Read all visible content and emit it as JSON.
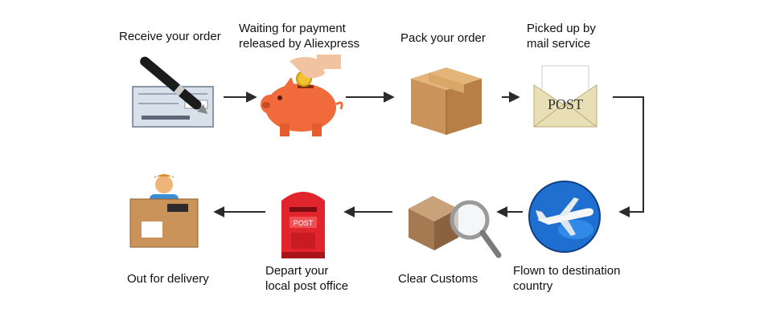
{
  "steps": [
    {
      "label_lines": [
        "Receive your order"
      ],
      "icon": "check-pen-icon"
    },
    {
      "label_lines": [
        "Waiting for payment",
        "released by Aliexpress"
      ],
      "icon": "piggy-bank-icon"
    },
    {
      "label_lines": [
        "Pack your order"
      ],
      "icon": "cardboard-box-icon"
    },
    {
      "label_lines": [
        "Picked up by",
        "mail service"
      ],
      "icon": "post-envelope-icon",
      "icon_text": "POST"
    },
    {
      "label_lines": [
        "Flown to destination",
        "country"
      ],
      "icon": "airplane-globe-icon"
    },
    {
      "label_lines": [
        "Clear Customs"
      ],
      "icon": "box-magnifier-icon"
    },
    {
      "label_lines": [
        "Depart your",
        "local post office"
      ],
      "icon": "mailbox-icon",
      "icon_text": "POST"
    },
    {
      "label_lines": [
        "Out for delivery"
      ],
      "icon": "delivery-man-icon"
    }
  ],
  "colors": {
    "arrow": "#2b2b2b",
    "piggy": "#f06a3c",
    "box": "#c9935a",
    "envelope": "#e9dfb4",
    "globe": "#1f6fd1",
    "mailbox": "#e0262c"
  }
}
